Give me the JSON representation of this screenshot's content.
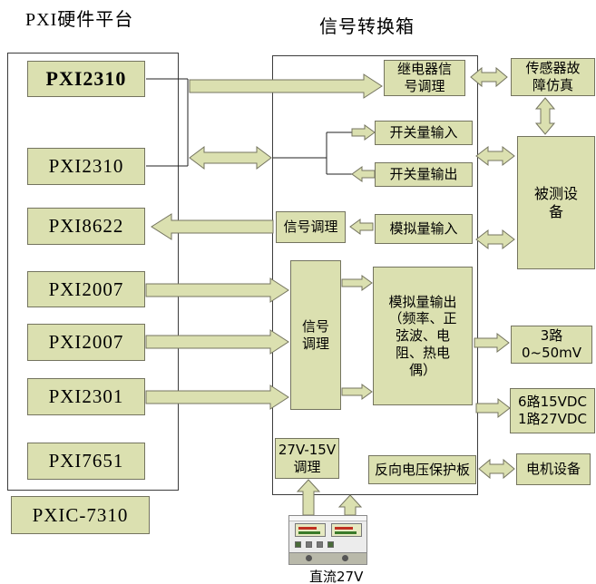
{
  "titles": {
    "platform": "PXI硬件平台",
    "converter": "信号转换箱"
  },
  "pxi_cards": {
    "c1": "PXI2310",
    "c2": "PXI2310",
    "c3": "PXI8622",
    "c4": "PXI2007",
    "c5": "PXI2007",
    "c6": "PXI2301",
    "c7": "PXI7651",
    "chassis": "PXIC-7310"
  },
  "converter_boxes": {
    "relay_conditioning": "继电器信\n号调理",
    "switch_input": "开关量输入",
    "switch_output": "开关量输出",
    "signal_conditioning_small": "信号调理",
    "analog_input": "模拟量输入",
    "signal_conditioning_vertical": "信号\n调理",
    "analog_output": "模拟量输出\n（频率、正\n弦波、电\n阻、热电\n偶）",
    "v27_conditioning": "27V-15V\n调理",
    "reverse_voltage_board": "反向电压保护板"
  },
  "external_boxes": {
    "sensor_fault_sim": "传感器故\n障仿真",
    "device_under_test": "被测设\n备",
    "mv_output": "3路\n0~50mV",
    "vdc_output": "6路15VDC\n1路27VDC",
    "motor_equipment": "电机设备"
  },
  "power_supply": {
    "label": "直流27V"
  },
  "colors": {
    "box_fill": "#dbe0b0",
    "box_border": "#74745f",
    "frame_border": "#3c3c3c"
  }
}
